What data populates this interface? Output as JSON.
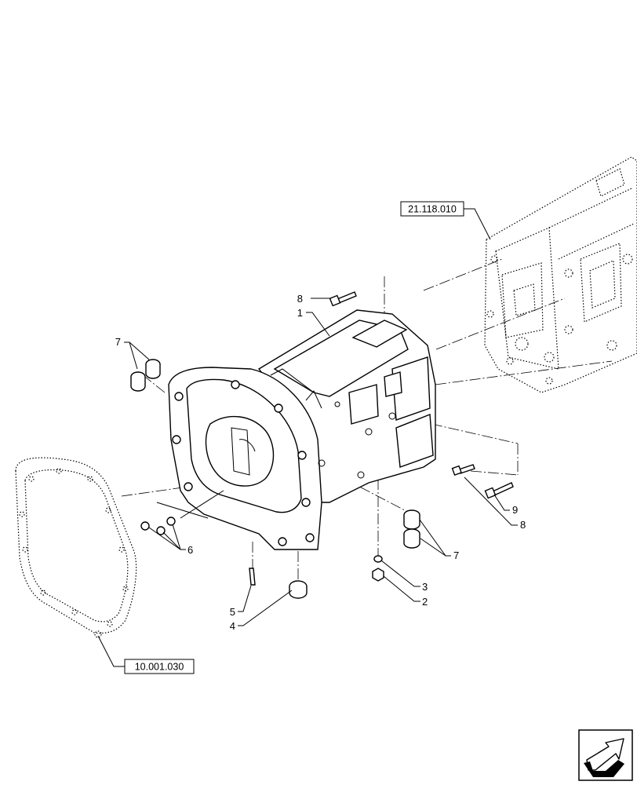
{
  "references": {
    "top": "21.118.010",
    "bottom": "10.001.030"
  },
  "callouts": {
    "c1": "1",
    "c2": "2",
    "c3": "3",
    "c4": "4",
    "c5": "5",
    "c6": "6",
    "c7_left": "7",
    "c7_right": "7",
    "c8_top": "8",
    "c8_right": "8",
    "c9": "9"
  },
  "icons": {
    "nav": "back-arrow-icon"
  }
}
